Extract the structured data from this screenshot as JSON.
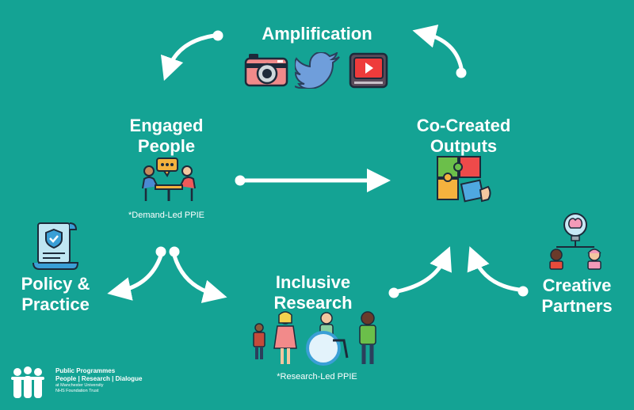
{
  "nodes": {
    "amplification": "Amplification",
    "engaged_line1": "Engaged",
    "engaged_line2": "People",
    "engaged_note": "*Demand-Led PPIE",
    "cocreated_line1": "Co-Created",
    "cocreated_line2": "Outputs",
    "policy_line1": "Policy &",
    "policy_line2": "Practice",
    "inclusive_line1": "Inclusive",
    "inclusive_line2": "Research",
    "inclusive_note": "*Research-Led PPIE",
    "creative_line1": "Creative",
    "creative_line2": "Partners"
  },
  "icons": {
    "amplification": [
      "camera-icon",
      "twitter-bird-icon",
      "video-player-icon"
    ],
    "engaged": "conversation-meeting-icon",
    "cocreated": "puzzle-pieces-icon",
    "policy": "scroll-document-shield-icon",
    "inclusive": "diverse-people-icon",
    "creative": "lightbulb-brain-people-icon"
  },
  "logo": {
    "line1": "Public Programmes",
    "line2": "People | Research | Dialogue",
    "line3": "at Manchester University",
    "line4": "NHS Foundation Trust"
  },
  "colors": {
    "background": "#14a394",
    "text": "#ffffff",
    "arrow": "#ffffff"
  }
}
